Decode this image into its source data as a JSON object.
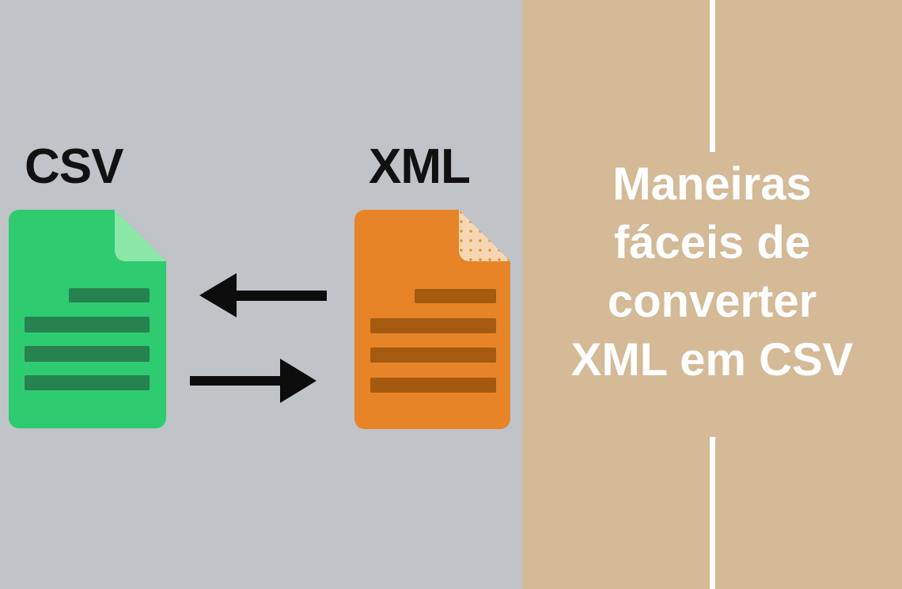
{
  "left_panel": {
    "bg_color": "#c0c3c8",
    "label_color": "#111111",
    "csv_label": "CSV",
    "xml_label": "XML",
    "csv_doc": {
      "name": "csv-file-icon",
      "body_color": "#2fcb70",
      "fold_color": "#8be7a6",
      "line_color": "#26824f"
    },
    "xml_doc": {
      "name": "xml-file-icon",
      "body_color": "#e78428",
      "fold_color": "#f7d7b3",
      "fold_dot_color": "#e0913f",
      "line_color": "#a55a10"
    },
    "arrow_color": "#0c0c0c"
  },
  "right_panel": {
    "bg_color": "#d4ba97",
    "divider_color": "#ffffff",
    "title_color": "#ffffff",
    "title_lines": [
      "Maneiras",
      "fáceis de",
      "converter",
      "XML em CSV"
    ]
  }
}
